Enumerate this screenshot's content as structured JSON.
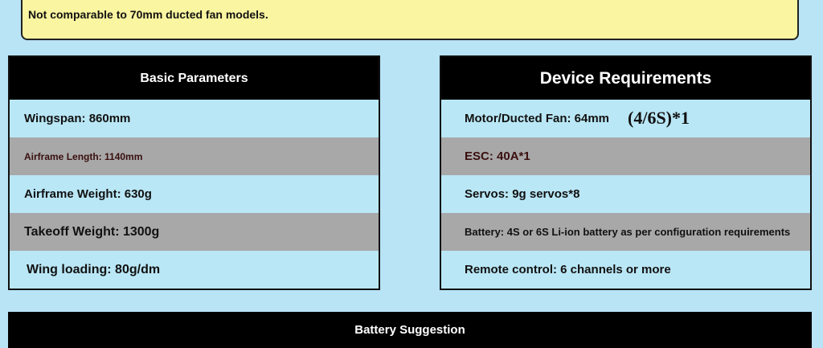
{
  "notice": {
    "text": "Not comparable to 70mm ducted fan models."
  },
  "basic_parameters": {
    "title": "Basic Parameters",
    "rows": [
      {
        "label": "Wingspan: 860mm"
      },
      {
        "label": "Airframe Length: 1140mm"
      },
      {
        "label": "Airframe Weight: 630g"
      },
      {
        "label": "Takeoff Weight: 1300g"
      },
      {
        "label": "Wing loading: 80g/dm"
      }
    ]
  },
  "device_requirements": {
    "title": "Device Requirements",
    "rows": [
      {
        "label": "Motor/Ducted Fan: 64mm",
        "extra": "(4/6S)*1"
      },
      {
        "label": "ESC: 40A*1"
      },
      {
        "label": "Servos: 9g servos*8"
      },
      {
        "label": "Battery: 4S or 6S Li-ion battery as per configuration requirements"
      },
      {
        "label": "Remote control: 6 channels or more"
      }
    ]
  },
  "battery_suggestion": {
    "title": "Battery Suggestion"
  }
}
